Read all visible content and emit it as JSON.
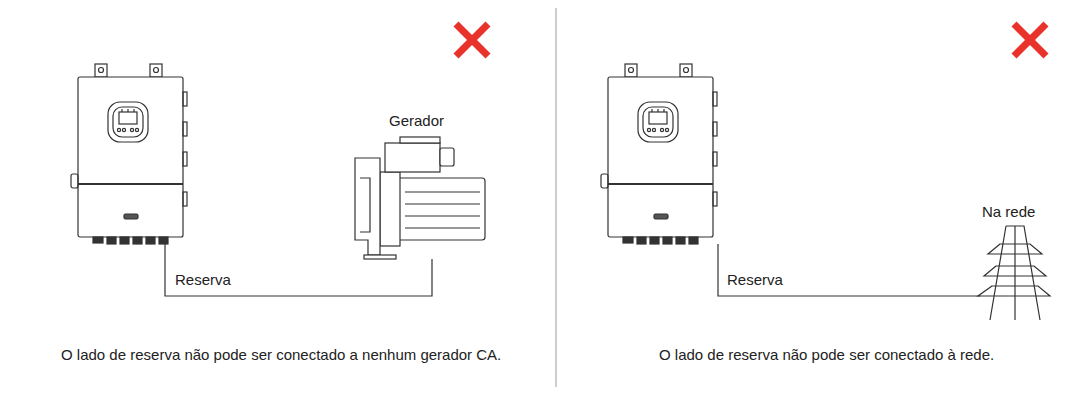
{
  "diagram": {
    "nodes": [
      {
        "text": [
          "Gerador"
        ]
      },
      {
        "text": [
          "Na rede"
        ]
      }
    ],
    "labels": [
      "Reserva",
      "O lado de reserva não pode ser conectado a nenhum gerador CA.",
      "Reserva",
      "O lado de reserva não pode ser conectado à rede."
    ]
  }
}
